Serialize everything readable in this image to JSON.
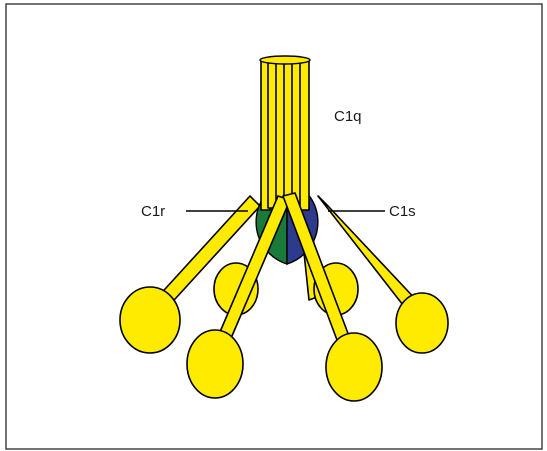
{
  "labels": {
    "c1q": "C1q",
    "c1r": "C1r",
    "c1s": "C1s"
  },
  "colors": {
    "stalk_yellow": "#ffeb00",
    "c1r_green": "#1a7a3a",
    "c1s_blue": "#2e3a8c",
    "outline": "#000000",
    "frame": "#444444"
  }
}
